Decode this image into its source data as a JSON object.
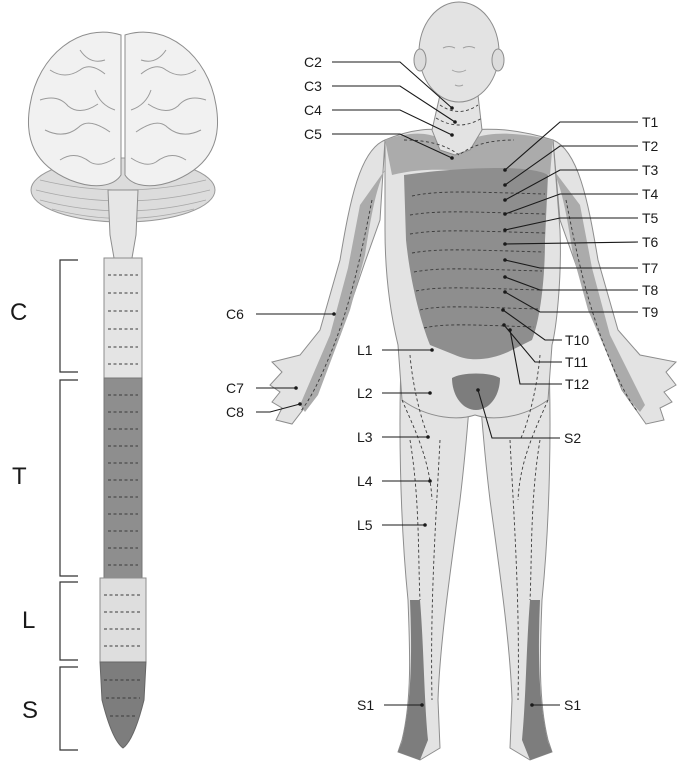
{
  "colors": {
    "skin": "#e3e3e3",
    "trunk": "#ababab",
    "thoracic": "#8e8e8e",
    "sacral": "#7d7d7d",
    "cervical_cord": "#e4e4e4",
    "lumbar_cord": "#dedede",
    "brain": "#f1f1f1",
    "cerebellum": "#dcdcdc"
  },
  "spine_regions": [
    {
      "key": "cervical",
      "letter": "C"
    },
    {
      "key": "thoracic",
      "letter": "T"
    },
    {
      "key": "lumbar",
      "letter": "L"
    },
    {
      "key": "sacral",
      "letter": "S"
    }
  ],
  "dermatome_labels": {
    "C2": "C2",
    "C3": "C3",
    "C4": "C4",
    "C5": "C5",
    "C6": "C6",
    "C7": "C7",
    "C8": "C8",
    "T1": "T1",
    "T2": "T2",
    "T3": "T3",
    "T4": "T4",
    "T5": "T5",
    "T6": "T6",
    "T7": "T7",
    "T8": "T8",
    "T9": "T9",
    "T10": "T10",
    "T11": "T11",
    "T12": "T12",
    "L1": "L1",
    "L2": "L2",
    "L3": "L3",
    "L4": "L4",
    "L5": "L5",
    "S1_right": "S1",
    "S1_left": "S1",
    "S2": "S2"
  }
}
